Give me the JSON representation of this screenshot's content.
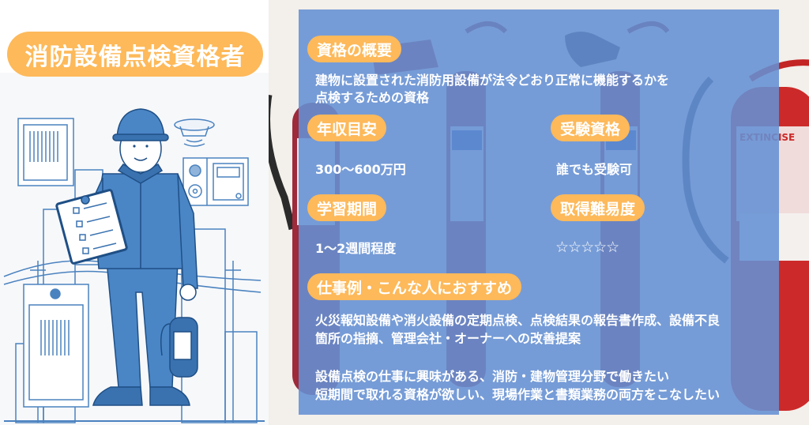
{
  "title": "消防設備点検資格者",
  "overview": {
    "label": "資格の概要",
    "lines": [
      "建物に設置された消防用設備が法令どおり正常に機能するかを",
      "点検するための資格"
    ]
  },
  "income": {
    "label": "年収目安",
    "value": "300〜600万円"
  },
  "eligibility": {
    "label": "受験資格",
    "value": "誰でも受験可"
  },
  "study": {
    "label": "学習期間",
    "value": "1〜2週間程度"
  },
  "difficulty": {
    "label": "取得難易度",
    "value": "☆☆☆☆☆",
    "rating": 0,
    "max": 5
  },
  "jobs": {
    "label": "仕事例・こんな人におすすめ",
    "examples": [
      "火災報知設備や消火設備の定期点検、点検結果の報告書作成、設備不良",
      "箇所の指摘、管理会社・オーナーへの改善提案"
    ],
    "recommend": [
      "設備点検の仕事に興味がある、消防・建物管理分野で働きたい",
      "短期間で取れる資格が欲しい、現場作業と書類業務の両方をこなしたい"
    ]
  },
  "colors": {
    "accent": "#fdb95a",
    "overlay": "#6a95d4",
    "illustration": "#3f78b5",
    "extinguisher": "#b82a3a"
  },
  "images": {
    "left": "inspector-illustration",
    "right": "fire-extinguishers-photo"
  }
}
